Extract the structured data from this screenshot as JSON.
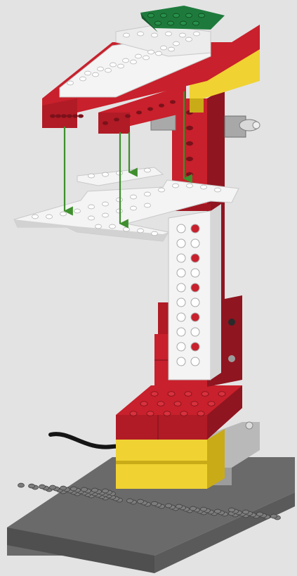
{
  "image": {
    "subject": "lego-build-step",
    "colors": {
      "background": "#e3e3e3",
      "red": "#c8202c",
      "red_dark": "#8f1520",
      "yellow": "#f0d232",
      "green": "#1e7a3c",
      "white": "#f4f4f4",
      "gray_baseplate": "#6a6a6a",
      "light_gray": "#b9b9b9",
      "arrow": "#3f8f2e",
      "cable": "#151515"
    },
    "parts": [
      {
        "name": "gray-baseplate"
      },
      {
        "name": "yellow-brick"
      },
      {
        "name": "red-base-brick"
      },
      {
        "name": "light-gray-support"
      },
      {
        "name": "red-column-lower"
      },
      {
        "name": "white-technic-beam"
      },
      {
        "name": "red-column-upper"
      },
      {
        "name": "white-plates"
      },
      {
        "name": "red-top-beams"
      },
      {
        "name": "white-plate-top"
      },
      {
        "name": "green-plate"
      },
      {
        "name": "yellow-top-brick"
      },
      {
        "name": "axle-pin"
      },
      {
        "name": "motor-cable"
      }
    ],
    "arrows": 4
  }
}
